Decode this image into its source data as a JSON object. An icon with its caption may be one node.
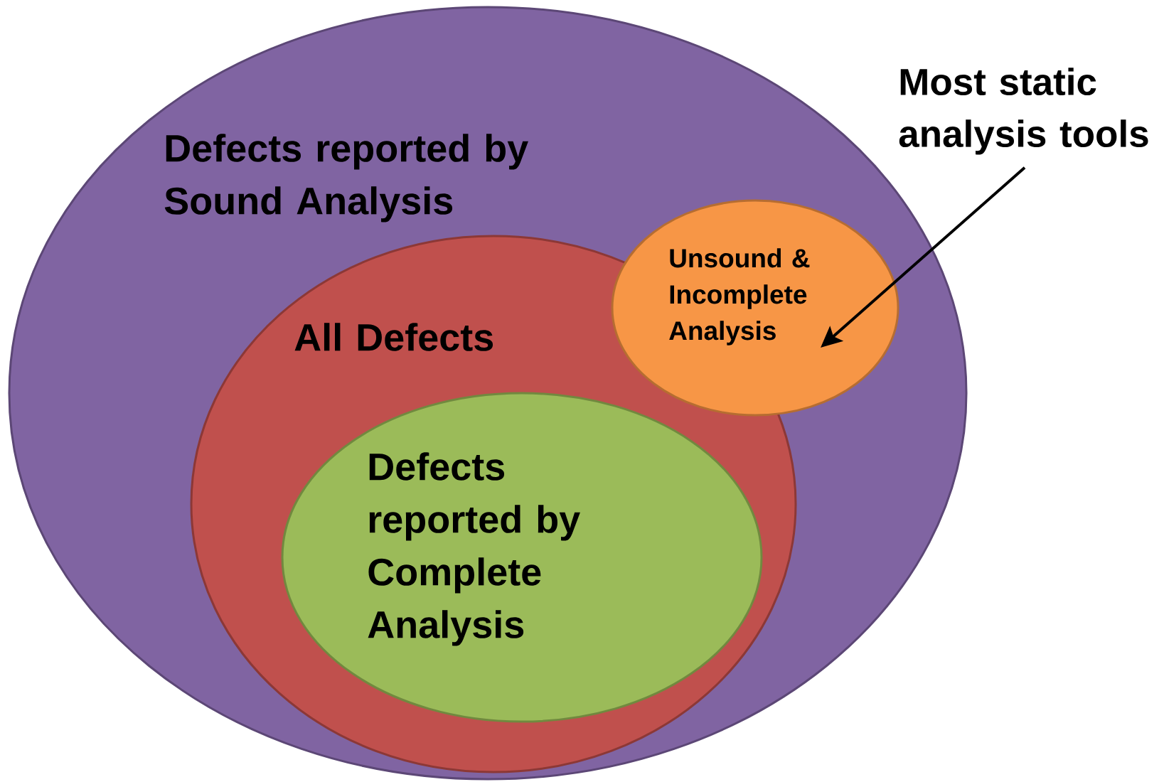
{
  "diagram": {
    "nodes": [
      {
        "text": [
          "Defects reported by Sound Analysis"
        ]
      },
      {
        "text": [
          "All Defects"
        ],
        "in": 0
      },
      {
        "text": [
          "Defects reported by Complete Analysis"
        ],
        "in": 1
      },
      {
        "text": [
          "Unsound & Incomplete Analysis"
        ],
        "in": 0
      },
      {
        "text": [
          "Most static analysis tools"
        ]
      }
    ],
    "edges": [
      {
        "from": 4,
        "to": 3,
        "arrow": "to"
      }
    ]
  }
}
